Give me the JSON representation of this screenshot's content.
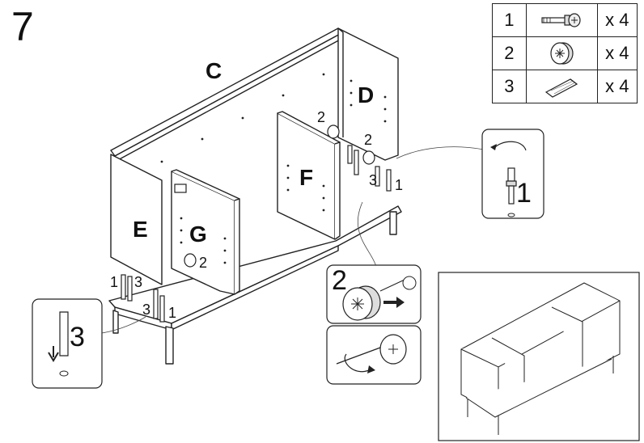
{
  "step": {
    "number": "7"
  },
  "panels": {
    "c": "C",
    "d": "D",
    "e": "E",
    "f": "F",
    "g": "G"
  },
  "parts": [
    {
      "number": "1",
      "icon": "cam-bolt-icon",
      "quantity": "x 4"
    },
    {
      "number": "2",
      "icon": "cam-lock-icon",
      "quantity": "x 4"
    },
    {
      "number": "3",
      "icon": "wooden-dowel-icon",
      "quantity": "x 4"
    }
  ],
  "callouts": {
    "d_cam_lock": "2",
    "right_cam_lock": "2",
    "right_dowel": "3",
    "right_bolt": "1",
    "g_cam_lock": "2",
    "left_bolt_top": "1",
    "left_dowel_top": "3",
    "left_dowel_bottom": "3",
    "left_bolt_bottom": "1"
  },
  "details": {
    "bolt_detail": "1",
    "dowel_detail": "3",
    "cam_detail": "2"
  }
}
